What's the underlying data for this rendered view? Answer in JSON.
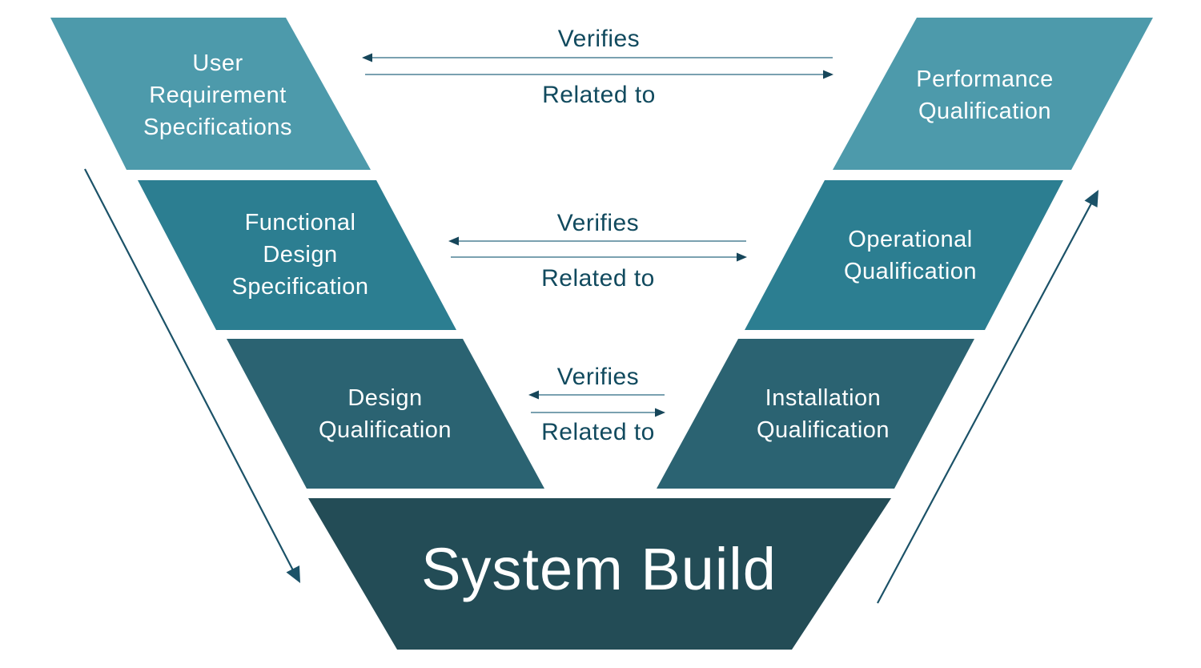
{
  "colors": {
    "background": "#ffffff",
    "level1": "#4d9aab",
    "level2": "#2c7e91",
    "level3": "#2b6372",
    "base": "#234c56",
    "shape_text": "#ffffff",
    "connector_line": "#4f8296",
    "connector_arrowhead": "#16465a",
    "connector_text": "#114a5e",
    "flow_arrow": "#1b5268"
  },
  "left_column": [
    {
      "label_lines": [
        "User",
        "Requirement",
        "Specifications"
      ]
    },
    {
      "label_lines": [
        "Functional",
        "Design",
        "Specification"
      ]
    },
    {
      "label_lines": [
        "Design",
        "Qualification"
      ]
    }
  ],
  "right_column": [
    {
      "label_lines": [
        "Performance",
        "Qualification"
      ]
    },
    {
      "label_lines": [
        "Operational",
        "Qualification"
      ]
    },
    {
      "label_lines": [
        "Installation",
        "Qualification"
      ]
    }
  ],
  "base": {
    "label": "System Build"
  },
  "connectors": [
    {
      "top_label": "Verifies",
      "bottom_label": "Related to"
    },
    {
      "top_label": "Verifies",
      "bottom_label": "Related to"
    },
    {
      "top_label": "Verifies",
      "bottom_label": "Related to"
    }
  ]
}
